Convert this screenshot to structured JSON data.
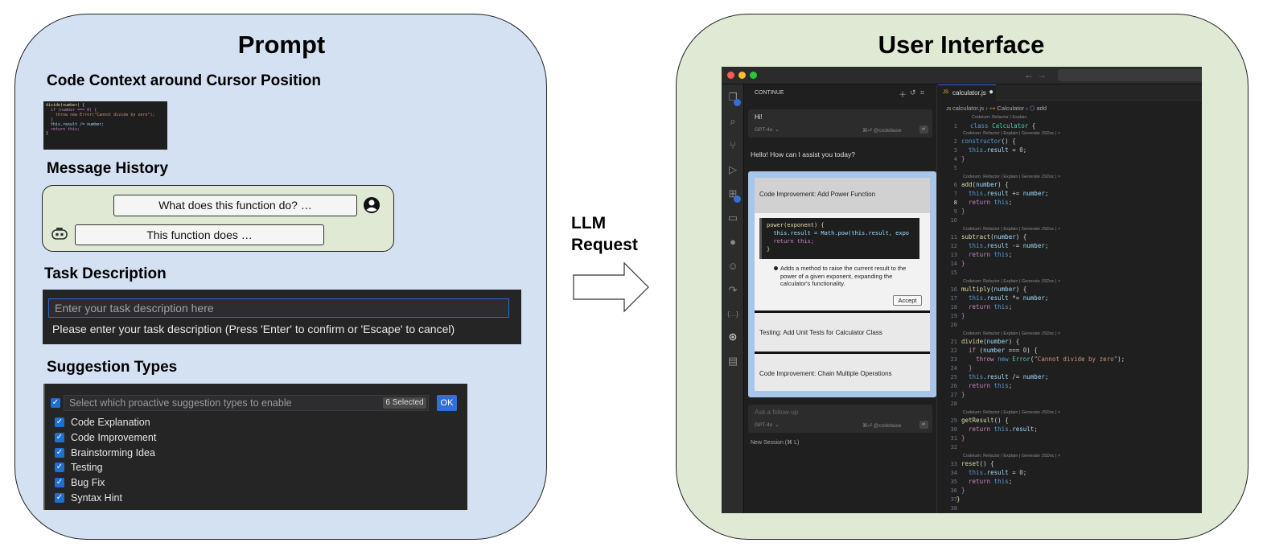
{
  "prompt_panel": {
    "title": "Prompt",
    "code_context": {
      "heading": "Code Context around Cursor Position",
      "lines": [
        "divide(number) {",
        "  if (number === 0) {",
        "    throw new Error(\"Cannot divide by zero\");",
        "  }",
        "  this.result /= number;",
        "  return this;",
        "}"
      ]
    },
    "message_history": {
      "heading": "Message History",
      "user_message": "What does this function do? …",
      "assistant_message": "This function does …"
    },
    "task_description": {
      "heading": "Task Description",
      "placeholder": "Enter your task description here",
      "hint": "Please enter your task description (Press 'Enter' to confirm or 'Escape' to cancel)"
    },
    "suggestion_types": {
      "heading": "Suggestion Types",
      "placeholder": "Select which proactive suggestion types to enable",
      "selected_count": "6 Selected",
      "ok_label": "OK",
      "options": [
        "Code Explanation",
        "Code Improvement",
        "Brainstorming Idea",
        "Testing",
        "Bug Fix",
        "Syntax Hint"
      ]
    }
  },
  "arrow": {
    "label": "LLM\nRequest"
  },
  "ui_panel": {
    "title": "User Interface",
    "chat": {
      "header": "CONTINUE",
      "first_input": "Hi!",
      "model": "GPT-4o",
      "codebase_hint": "⌘⏎ @codebase",
      "assistant_greeting": "Hello! How can I assist you today?",
      "suggestions": [
        {
          "title": "Code Improvement: Add Power Function"
        },
        {
          "title": "Testing: Add Unit Tests for Calculator Class"
        },
        {
          "title": "Code Improvement: Chain Multiple Operations"
        }
      ],
      "suggestion_code": [
        "power(exponent) {",
        "  this.result = Math.pow(this.result, expo",
        "  return this;",
        "}"
      ],
      "suggestion_bullet": "Adds a method to raise the current result to the power of a given exponent, expanding the calculator's functionality.",
      "accept_label": "Accept",
      "followup_placeholder": "Ask a follow-up",
      "new_session": "New Session (⌘ L)"
    },
    "editor": {
      "tab": "calculator.js",
      "breadcrumb": [
        "calculator.js",
        "Calculator",
        "add"
      ],
      "codelens_top": "Codeium: Refactor | Explain",
      "codelens": "Codeium: Refactor | Explain | Generate JSDoc | ×"
    }
  },
  "colors": {
    "prompt_bg": "#d4e1f3",
    "ui_bg": "#dfe9d3",
    "accent_blue": "#1f6fd1"
  }
}
